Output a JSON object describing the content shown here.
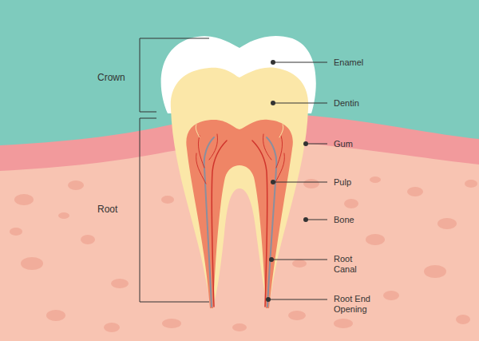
{
  "diagram": {
    "labels": [
      "Crown",
      "Root",
      "Enamel",
      "Dentin",
      "Gum",
      "Pulp",
      "Bone",
      "Root Canal",
      "Root End Opening"
    ]
  }
}
